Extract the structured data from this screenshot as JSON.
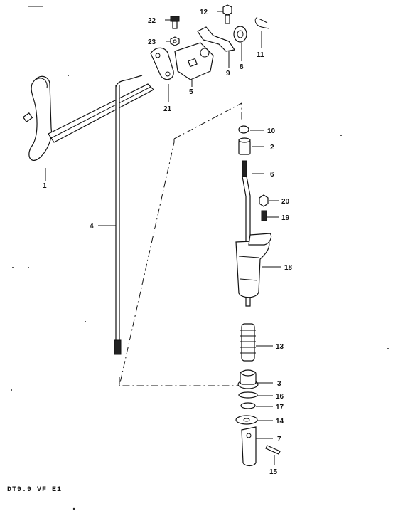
{
  "caption": "DT9.9 VF E1",
  "callouts": {
    "p1": "1",
    "p2": "2",
    "p3": "3",
    "p4": "4",
    "p5": "5",
    "p6": "6",
    "p7": "7",
    "p8": "8",
    "p9": "9",
    "p10": "10",
    "p11": "11",
    "p12": "12",
    "p13": "13",
    "p14": "14",
    "p15": "15",
    "p16": "16",
    "p17": "17",
    "p18": "18",
    "p19": "19",
    "p20": "20",
    "p21": "21",
    "p22": "22",
    "p23": "23"
  }
}
